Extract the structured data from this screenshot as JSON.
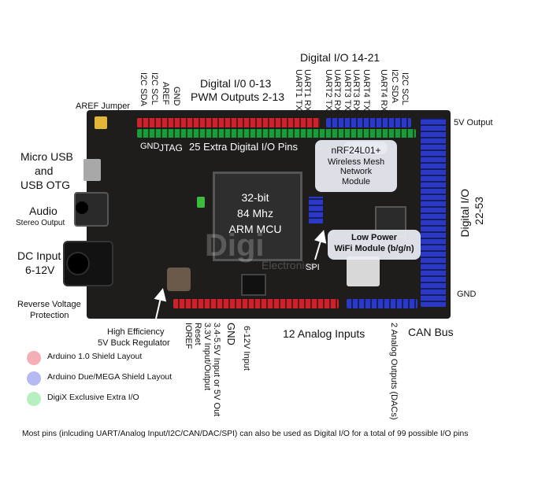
{
  "labels": {
    "digital_io_14_21": "Digital I/O 14-21",
    "digital_io_0_13": "Digital I/0 0-13",
    "pwm_outputs": "PWM Outputs 2-13",
    "aref_jumper": "AREF Jumper",
    "micro_usb_line1": "Micro USB",
    "micro_usb_line2": "and",
    "micro_usb_line3": "USB OTG",
    "audio": "Audio",
    "stereo_output": "Stereo Output",
    "dc_input_line1": "DC Input",
    "dc_input_line2": "6-12V",
    "reverse_voltage_line1": "Reverse Voltage",
    "reverse_voltage_line2": "Protection",
    "high_efficiency_line1": "High Efficiency",
    "high_efficiency_line2": "5V Buck Regulator",
    "five_v_output": "5V Output",
    "digital_io_22_53_line1": "Digital I/O",
    "digital_io_22_53_line2": "22-53",
    "gnd_right": "GND",
    "can_bus": "CAN Bus",
    "twelve_analog_inputs": "12 Analog Inputs"
  },
  "top_pins_left": [
    "I2C SDA",
    "I2C SCL",
    "AREF",
    "GND"
  ],
  "top_pins_right": [
    "UART1 RX",
    "UART1 TX",
    "UART2 RX",
    "UART2 TX",
    "UART3 RX",
    "UART3 TX",
    "UART4 RX",
    "UART4 TX",
    "I2C SDA",
    "I2C SCL"
  ],
  "bottom_pins": [
    "IOREF",
    "Reset",
    "3.3V Input/Output",
    "3.4-5.5V Input or 5V Out",
    "GND",
    "6-12V Input"
  ],
  "analog_outputs": "2 Analog Outputs (DACs)",
  "board_text": {
    "gnd": "GND",
    "jtag": "JTAG",
    "extra_pins": "25 Extra Digital I/O Pins",
    "mcu_line1": "32-bit",
    "mcu_line2": "84 Mhz",
    "mcu_line3": "ARM MCU",
    "spi": "SPI",
    "watermark": "Digi",
    "watermark_sub": "Electronics"
  },
  "callouts": {
    "nrf_line1": "nRF24L01+",
    "nrf_line2": "Wireless Mesh Network",
    "nrf_line3": "Module",
    "wifi_line1": "Low Power",
    "wifi_line2": "WiFi Module (b/g/n)"
  },
  "legend": [
    {
      "label": "Arduino 1.0 Shield Layout",
      "color": "#f4aeb6"
    },
    {
      "label": "Arduino Due/MEGA Shield Layout",
      "color": "#b7b9f3"
    },
    {
      "label": "DigiX Exclusive Extra I/O",
      "color": "#b6f0bf"
    }
  ],
  "footnote": "Most pins (inlcuding UART/Analog Input/I2C/CAN/DAC/SPI) can also be used as Digital I/O for a total of 99 possible I/O pins"
}
